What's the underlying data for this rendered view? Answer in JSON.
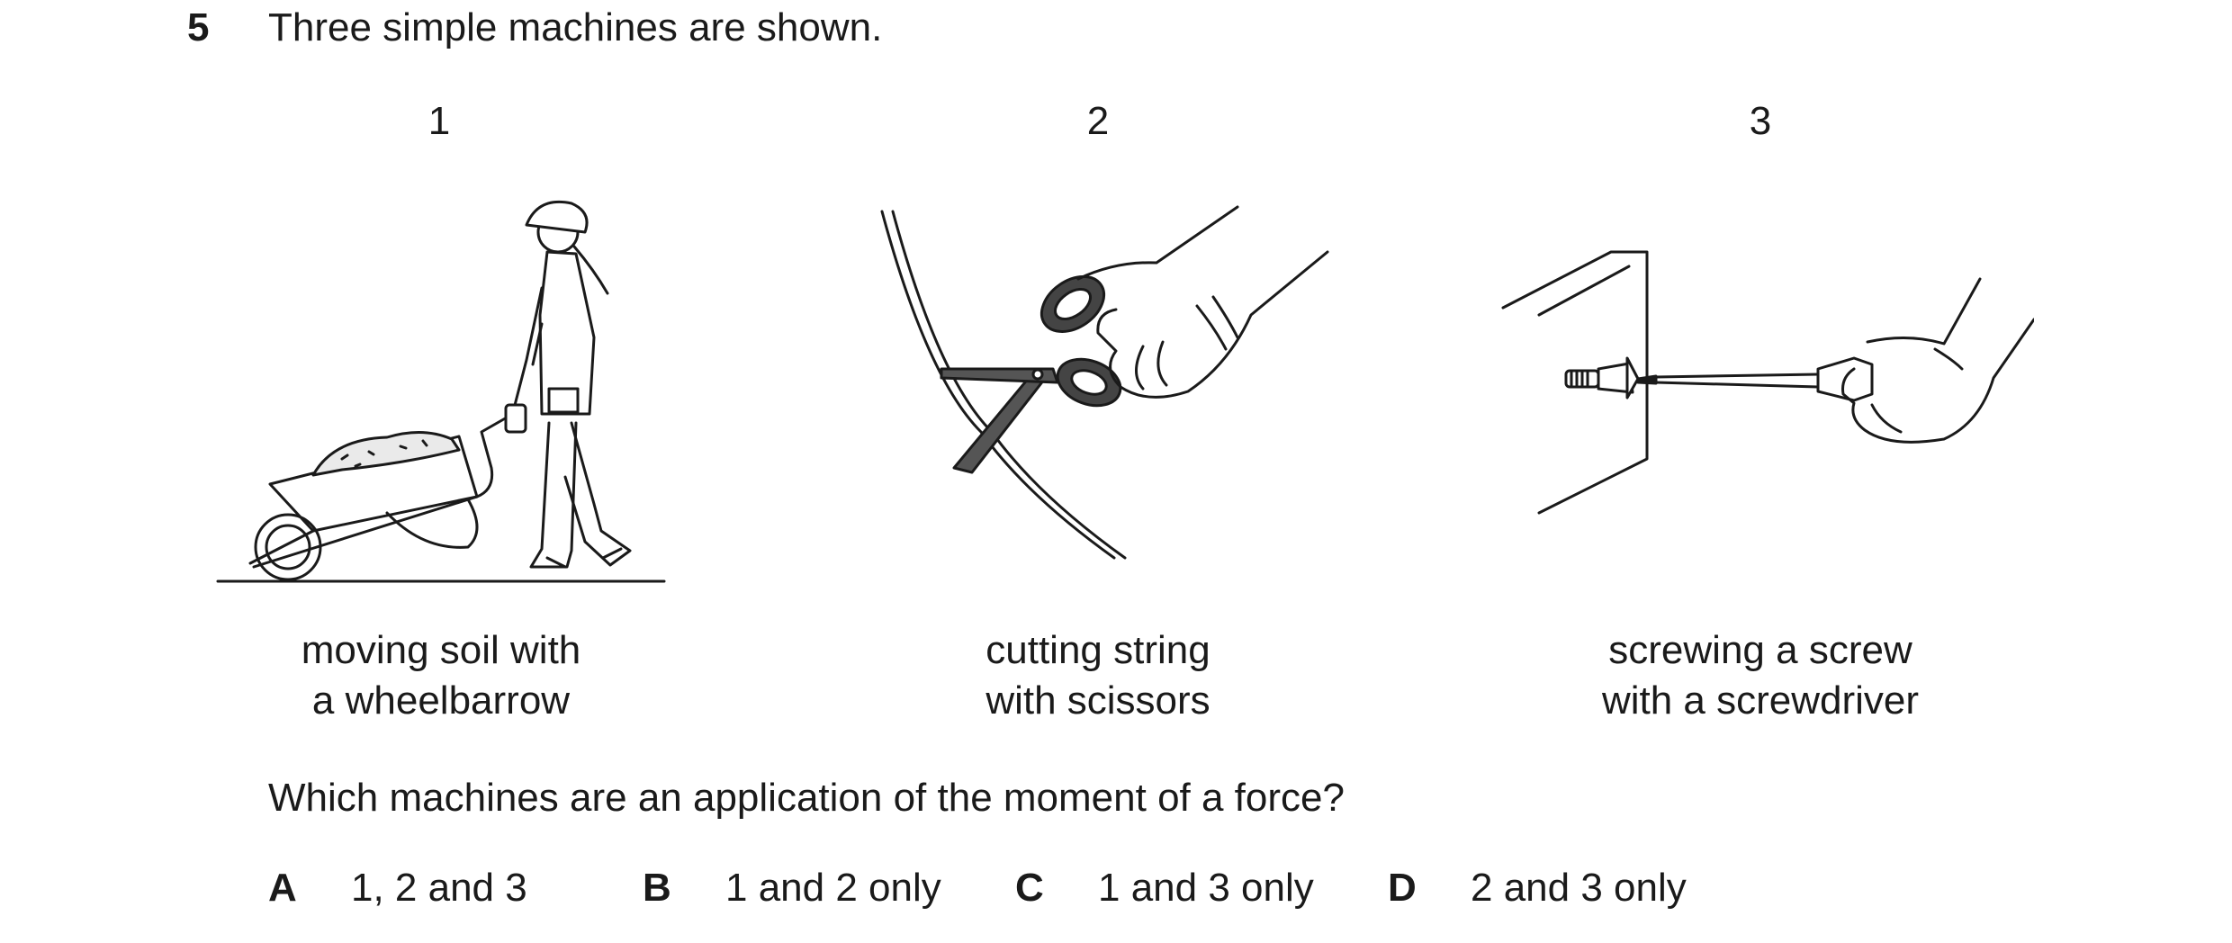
{
  "question": {
    "number": "5",
    "intro": "Three simple machines are shown.",
    "prompt": "Which machines are an application of the moment of a force?"
  },
  "figures": [
    {
      "number": "1",
      "caption_line1": "moving soil with",
      "caption_line2": "a wheelbarrow",
      "icon": "worker-wheelbarrow-icon"
    },
    {
      "number": "2",
      "caption_line1": "cutting string",
      "caption_line2": "with scissors",
      "icon": "hand-scissors-icon"
    },
    {
      "number": "3",
      "caption_line1": "screwing a screw",
      "caption_line2": "with a screwdriver",
      "icon": "hand-screwdriver-icon"
    }
  ],
  "options": [
    {
      "letter": "A",
      "text": "1, 2 and 3"
    },
    {
      "letter": "B",
      "text": "1 and 2 only"
    },
    {
      "letter": "C",
      "text": "1 and 3 only"
    },
    {
      "letter": "D",
      "text": "2 and 3 only"
    }
  ]
}
